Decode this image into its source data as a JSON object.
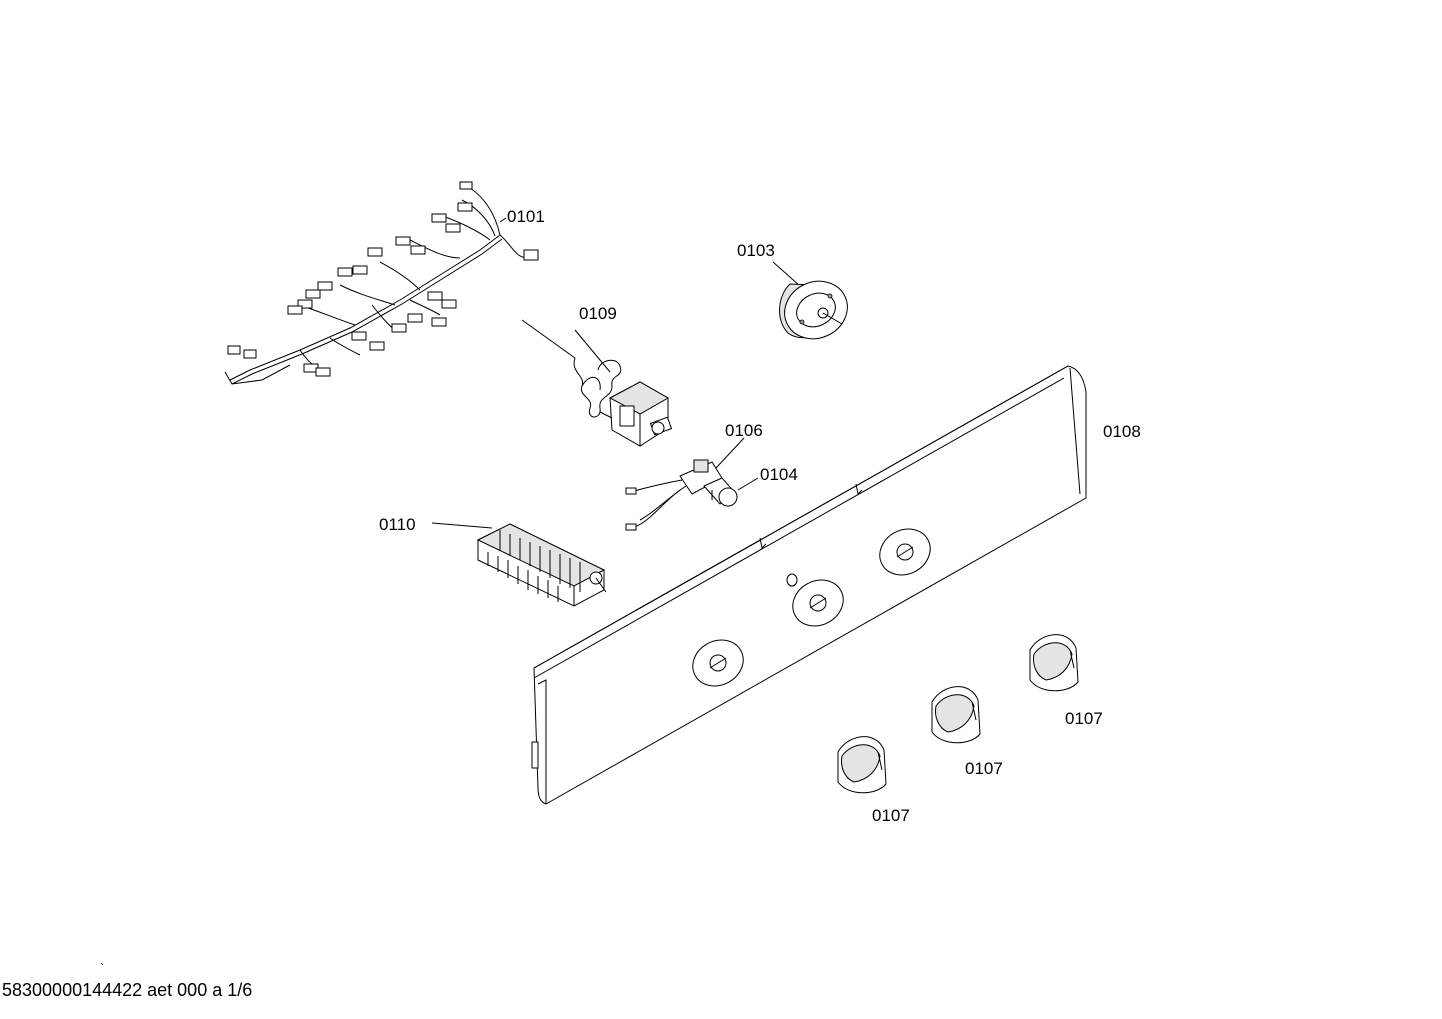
{
  "parts": [
    {
      "id": "p0101",
      "label": "0101"
    },
    {
      "id": "p0103",
      "label": "0103"
    },
    {
      "id": "p0109",
      "label": "0109"
    },
    {
      "id": "p0106",
      "label": "0106"
    },
    {
      "id": "p0104",
      "label": "0104"
    },
    {
      "id": "p0108",
      "label": "0108"
    },
    {
      "id": "p0110",
      "label": "0110"
    },
    {
      "id": "p0107a",
      "label": "0107"
    },
    {
      "id": "p0107b",
      "label": "0107"
    },
    {
      "id": "p0107c",
      "label": "0107"
    }
  ],
  "footer": {
    "tick": "`",
    "document_ref": "58300000144422 aet 000 a 1/6"
  }
}
